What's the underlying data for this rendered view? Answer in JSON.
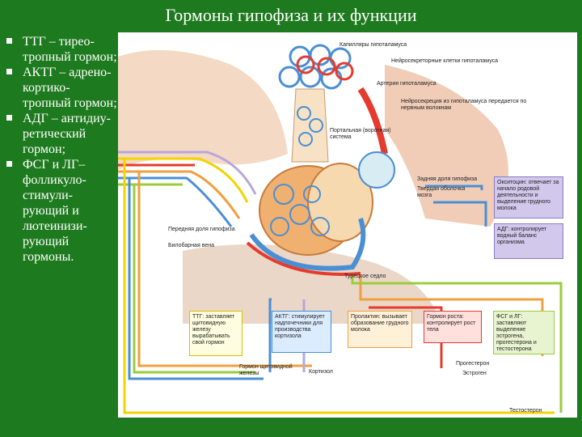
{
  "slide": {
    "title": "Гормоны гипофиза и их функции",
    "bullets": [
      "ТТГ – тирео-тропный гормон;",
      "АКТГ – адрено-кортико-тропный гормон;",
      "АДГ – антидиу-ретический гормон;",
      "ФСГ и ЛГ– фолликуло-стимули-рующий и лютеинизи-рующий гормоны."
    ]
  },
  "diagram": {
    "labels": {
      "capillaries": "Капилляры гипоталамуса",
      "neurosecretory": "Нейросекреторные клетки гипоталамуса",
      "artery": "Артерия гипоталамуса",
      "neurosecretion": "Нейросекреция из гипоталамуса передается по нервным волокнам",
      "portal": "Портальная (воротная) система",
      "posterior": "Задняя доля гипофиза",
      "dura": "Твердая оболочка мозга",
      "anterior": "Передняя доля гипофиза",
      "vein": "Билобарная вена",
      "sella": "Турецкое седло",
      "progesterone": "Прогестерон",
      "estrogen": "Эстроген",
      "cortisol": "Кортизол",
      "thyroid_hormone": "Гормон щитовидной железы",
      "testosterone": "Тестостерон"
    },
    "boxes": {
      "oxytocin": "Окситоцин: отвечает за начало родовой деятельности и выделение грудного молока",
      "adh": "АДГ: контролирует водный баланс организма",
      "ttg": "ТТГ: заставляет щитовидную железу вырабатывать свой гормон",
      "actg": "АКТГ: стимулирует надпочечники для производства кортизола",
      "prolactin": "Пролактин: вызывает образование грудного молока",
      "growth": "Гормон роста: контролирует рост тела",
      "fsh_lh": "ФСГ и ЛГ: заставляют выделение эстрогена, прогестерона и тестостерона"
    },
    "colors": {
      "slide_bg": "#1e7a1e",
      "red": "#e43b2e",
      "blue": "#4a8fd4",
      "orange": "#f0a040",
      "yellow": "#f2d400",
      "lilac": "#b7a7d8",
      "green_line": "#9ccc3c"
    }
  }
}
